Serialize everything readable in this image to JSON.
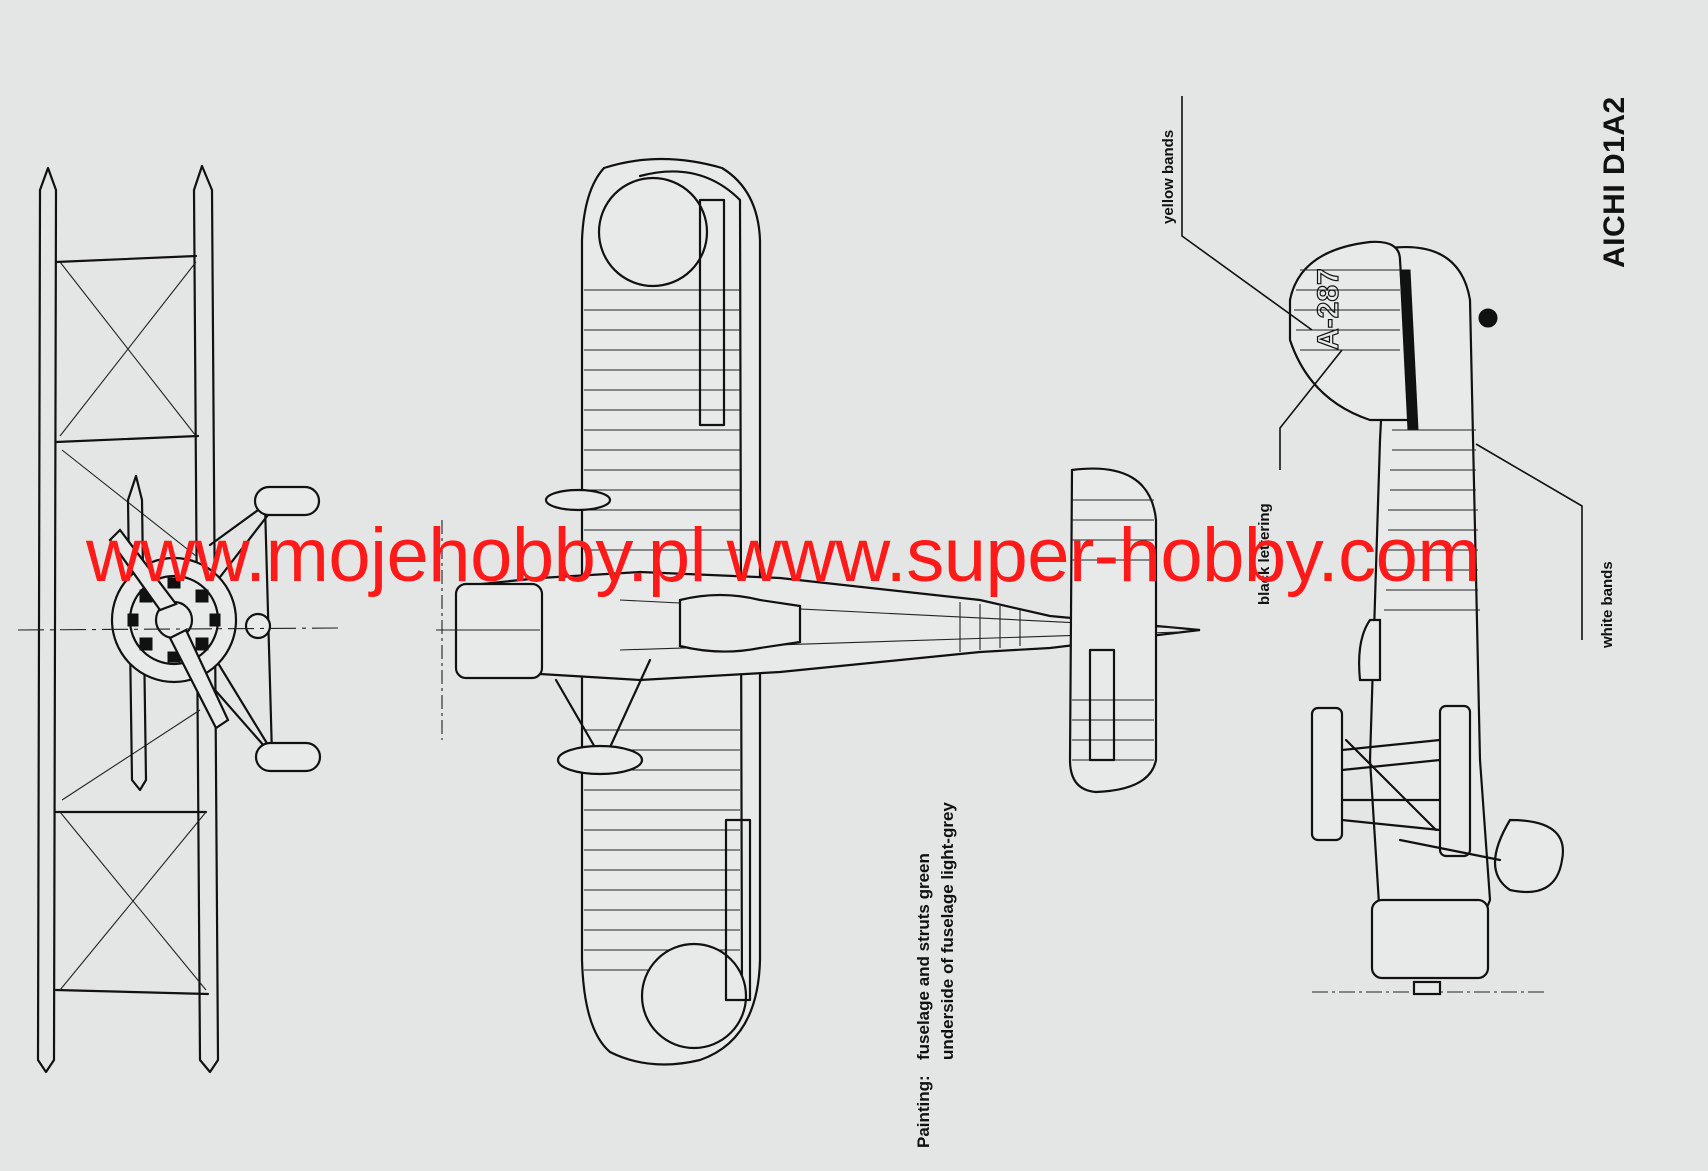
{
  "title": "AICHI D1A2",
  "callouts": {
    "yellow_bands": "yellow bands",
    "black_lettering": "black lettering",
    "white_bands": "white bands"
  },
  "painting": {
    "lead": "Painting:",
    "line1": "fuselage and struts green",
    "line2": "underside of fuselage light-grey"
  },
  "tail_code": "A-287",
  "watermark": "www.mojehobby.pl www.super-hobby.com",
  "colors": {
    "paper": "#e4e6e5",
    "ink": "#111111",
    "watermark": "#ff1a1a"
  }
}
